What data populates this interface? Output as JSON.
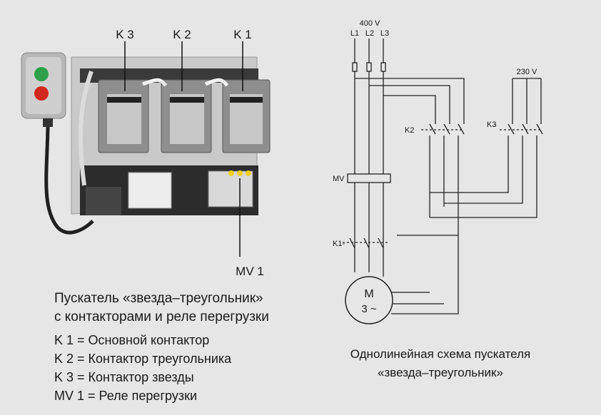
{
  "photo": {
    "contactor_labels": [
      "K 3",
      "K 2",
      "K 1"
    ],
    "relay_label": "MV 1",
    "pushbutton_colors": {
      "start": "#2ea04a",
      "stop": "#d2281f"
    }
  },
  "photo_caption": {
    "line1": "Пускатель «звезда–треугольник»",
    "line2": "с контакторами и реле перегрузки"
  },
  "legend": [
    "K 1 = Основной контактор",
    "K 2 = Контактор треугольника",
    "K 3 = Контактор звезды",
    "MV 1 = Реле перегрузки"
  ],
  "schematic": {
    "voltage_main": "400 V",
    "phases": [
      "L1",
      "L2",
      "L3"
    ],
    "voltage_aux": "230 V",
    "k2_label": "K2",
    "k3_label": "K3",
    "mv_label": "MV",
    "k1_label": "K1-",
    "motor_top": "M",
    "motor_bottom": "3 ~"
  },
  "schematic_caption": {
    "line1": "Однолинейная схема пускателя",
    "line2": "«звезда–треугольник»"
  }
}
